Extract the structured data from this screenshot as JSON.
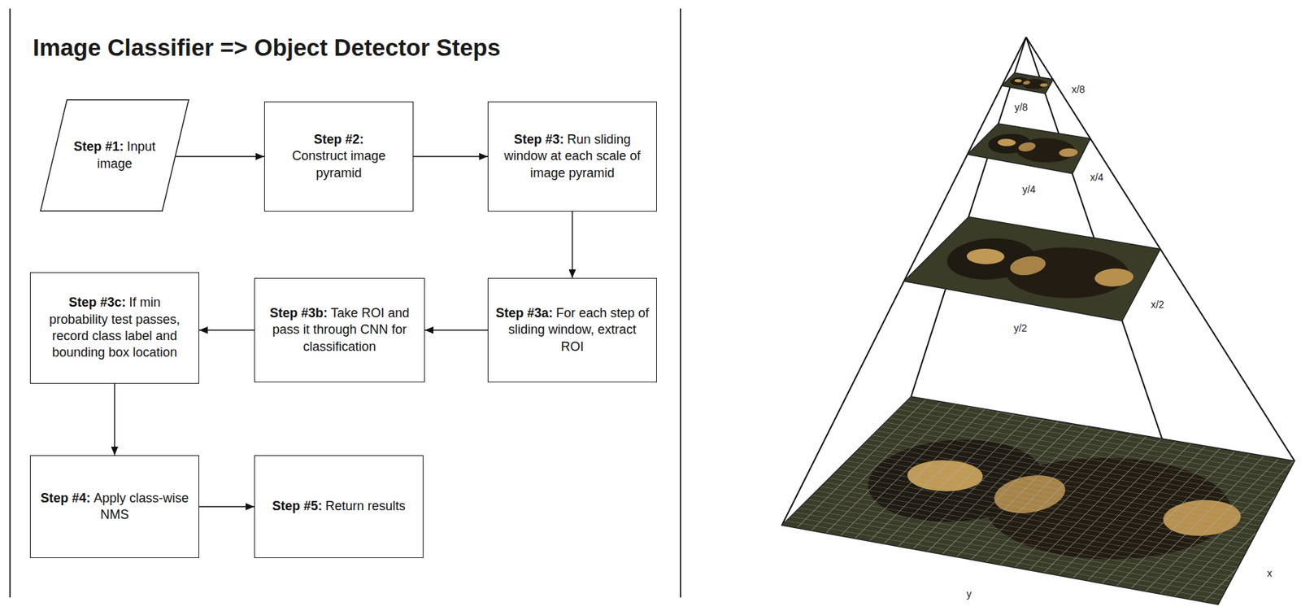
{
  "diagram": {
    "title": "Image Classifier => Object Detector Steps",
    "nodes": [
      {
        "text": [
          "Step #1:",
          "Input image"
        ]
      },
      {
        "text": [
          "Step #2:",
          "Construct image pyramid"
        ]
      },
      {
        "text": [
          "Step #3:",
          "Run sliding window at each scale of image pyramid"
        ]
      },
      {
        "text": [
          "Step #3a:",
          "For each step of sliding window, extract ROI"
        ]
      },
      {
        "text": [
          "Step #3b:",
          "Take ROI and pass it through CNN for classification"
        ]
      },
      {
        "text": [
          "Step #3c:",
          "If min probability test passes, record class label and bounding box location"
        ]
      },
      {
        "text": [
          "Step #4:",
          "Apply class-wise NMS"
        ]
      },
      {
        "text": [
          "Step #5:",
          "Return results"
        ]
      }
    ],
    "edges": [
      {
        "from": 0,
        "to": 1,
        "arrow": "to"
      },
      {
        "from": 1,
        "to": 2,
        "arrow": "to"
      },
      {
        "from": 2,
        "to": 3,
        "arrow": "to"
      },
      {
        "from": 3,
        "to": 4,
        "arrow": "to"
      },
      {
        "from": 4,
        "to": 5,
        "arrow": "to"
      },
      {
        "from": 5,
        "to": 6,
        "arrow": "to"
      },
      {
        "from": 6,
        "to": 7,
        "arrow": "to"
      }
    ],
    "labels": [
      "x/8",
      "y/8",
      "x/4",
      "y/4",
      "x/2",
      "y/2",
      "x",
      "y"
    ]
  }
}
